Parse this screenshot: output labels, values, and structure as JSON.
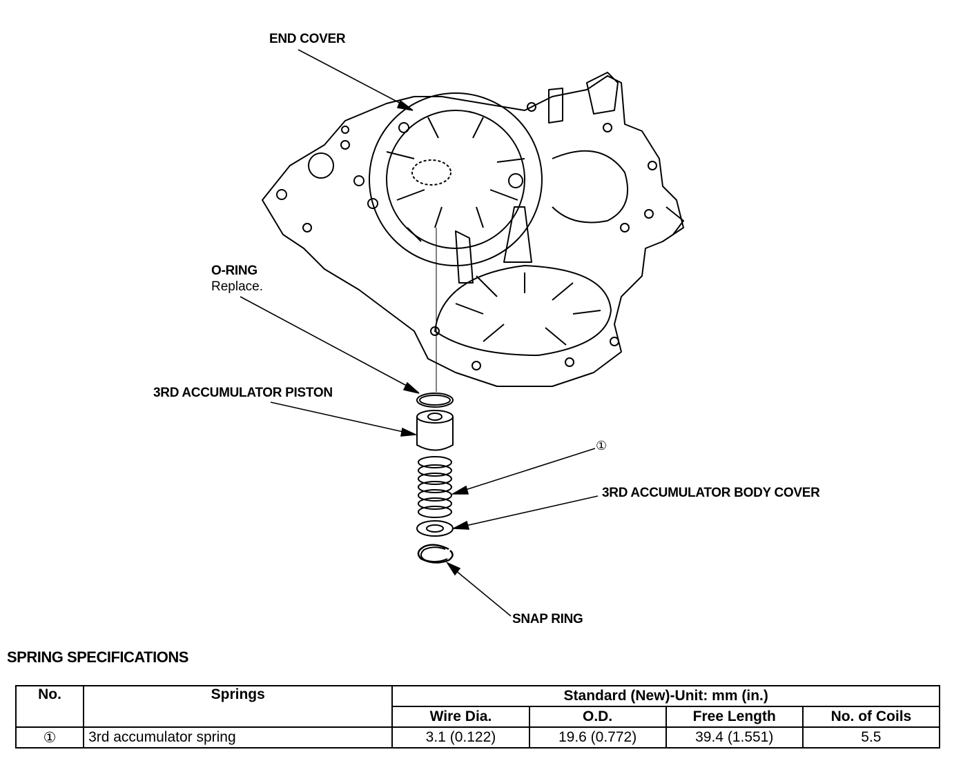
{
  "labels": {
    "end_cover": "END COVER",
    "o_ring": "O-RING",
    "o_ring_note": "Replace.",
    "piston": "3RD ACCUMULATOR PISTON",
    "callout_no": "①",
    "body_cover": "3RD ACCUMULATOR BODY COVER",
    "snap_ring": "SNAP RING"
  },
  "spec": {
    "title": "SPRING SPECIFICATIONS",
    "headers": {
      "no": "No.",
      "springs": "Springs",
      "standard": "Standard (New)-Unit: mm (in.)",
      "wire_dia": "Wire Dia.",
      "od": "O.D.",
      "free_length": "Free Length",
      "coils": "No. of Coils"
    },
    "rows": [
      {
        "no": "①",
        "name": "3rd accumulator spring",
        "wire_dia": "3.1 (0.122)",
        "od": "19.6 (0.772)",
        "free_length": "39.4 (1.551)",
        "coils": "5.5"
      }
    ]
  }
}
